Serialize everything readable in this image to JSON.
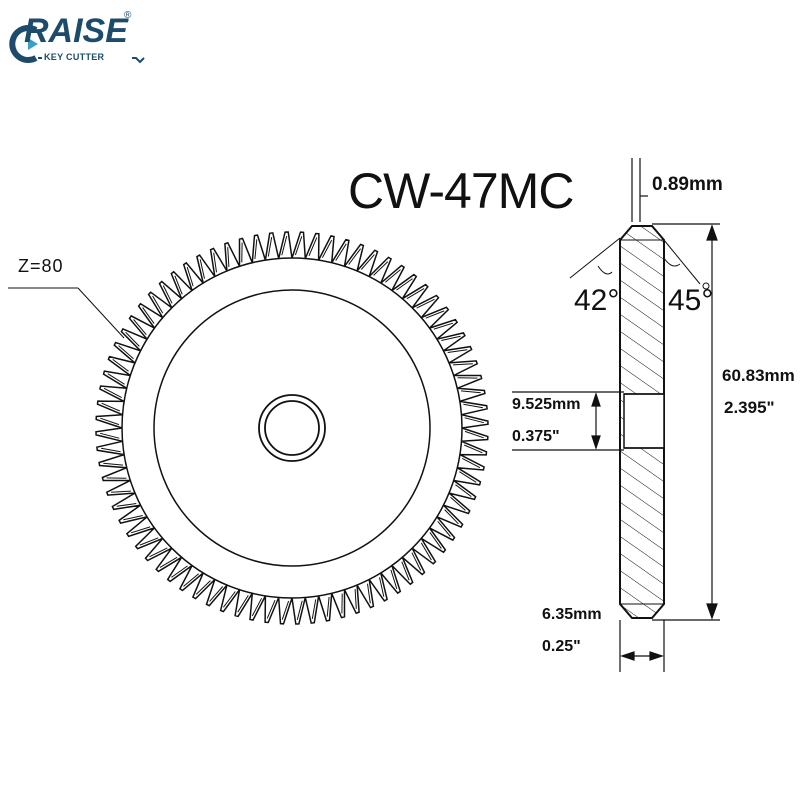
{
  "logo": {
    "word": "RAISE",
    "sub": "KEY CUTTER",
    "reg": "®",
    "colors": {
      "brand": "#1d4b6b",
      "accent": "#3aa0c8"
    }
  },
  "title": "CW-47MC",
  "labels": {
    "teeth": "Z=80",
    "thickness": "0.89mm",
    "angle_left": "42°",
    "angle_right": "45°",
    "diameter_mm": "60.83mm",
    "diameter_in": "2.395\"",
    "bore_mm": "9.525mm",
    "bore_in": "0.375\"",
    "width_mm": "6.35mm",
    "width_in": "0.25\""
  },
  "gear": {
    "teeth_count": 80
  }
}
